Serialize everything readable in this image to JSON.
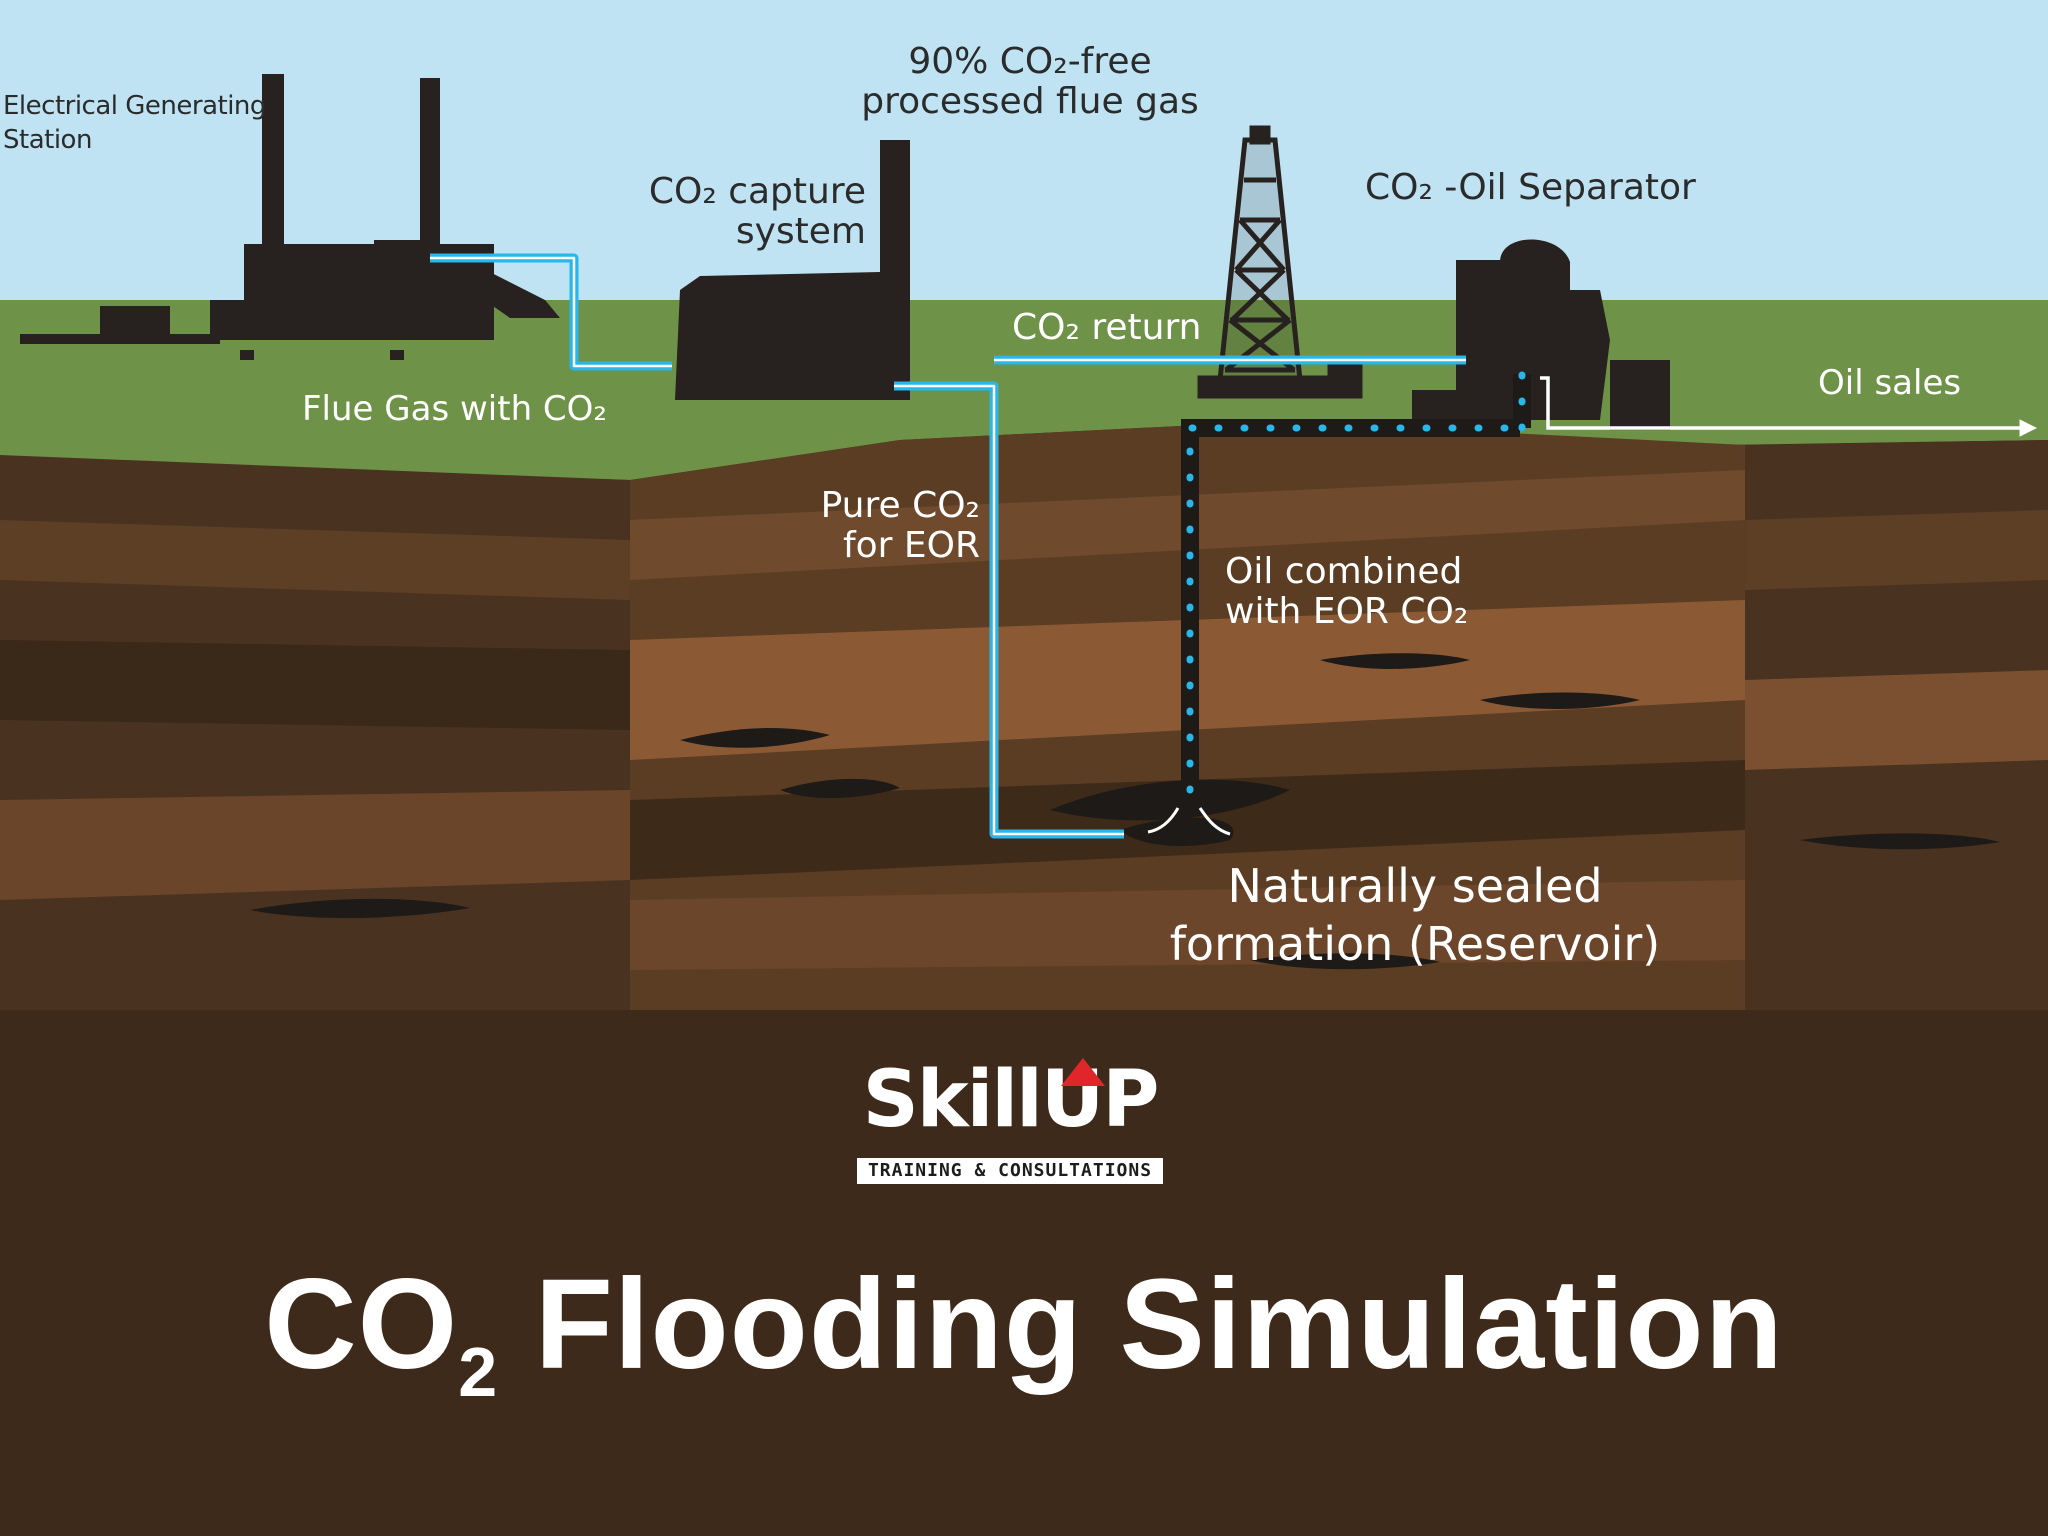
{
  "diagram": {
    "labels": {
      "station_line1": "Electrical Generating",
      "station_line2": "Station",
      "processed_line1": "90% CO₂-free",
      "processed_line2": "processed flue gas",
      "capture_line1": "CO₂ capture",
      "capture_line2": "system",
      "separator": "CO₂ -Oil Separator",
      "co2_return": "CO₂ return",
      "flue_gas": "Flue Gas with CO₂",
      "oil_sales": "Oil sales",
      "pure_line1": "Pure CO₂",
      "pure_line2": "for EOR",
      "combined_line1": "Oil combined",
      "combined_line2": "with EOR CO₂",
      "sealed_line1": "Naturally sealed",
      "sealed_line2": "formation (Reservoir)"
    },
    "colors": {
      "sky": "#bfe3f3",
      "ground": "#6e9247",
      "soil_dark": "#3a2818",
      "soil_mid": "#5b3d24",
      "soil_light": "#8b5a35",
      "oil": "#1e1a18",
      "co2_pipe": "#29b6e8",
      "silhouette": "#272220"
    }
  },
  "branding": {
    "logo_word": "SkillUP",
    "logo_tagline": "TRAINING & CONSULTATIONS",
    "logo_accent": "#e0262a"
  },
  "title": {
    "prefix": "CO",
    "subscript": "2",
    "rest": " Flooding Simulation"
  }
}
